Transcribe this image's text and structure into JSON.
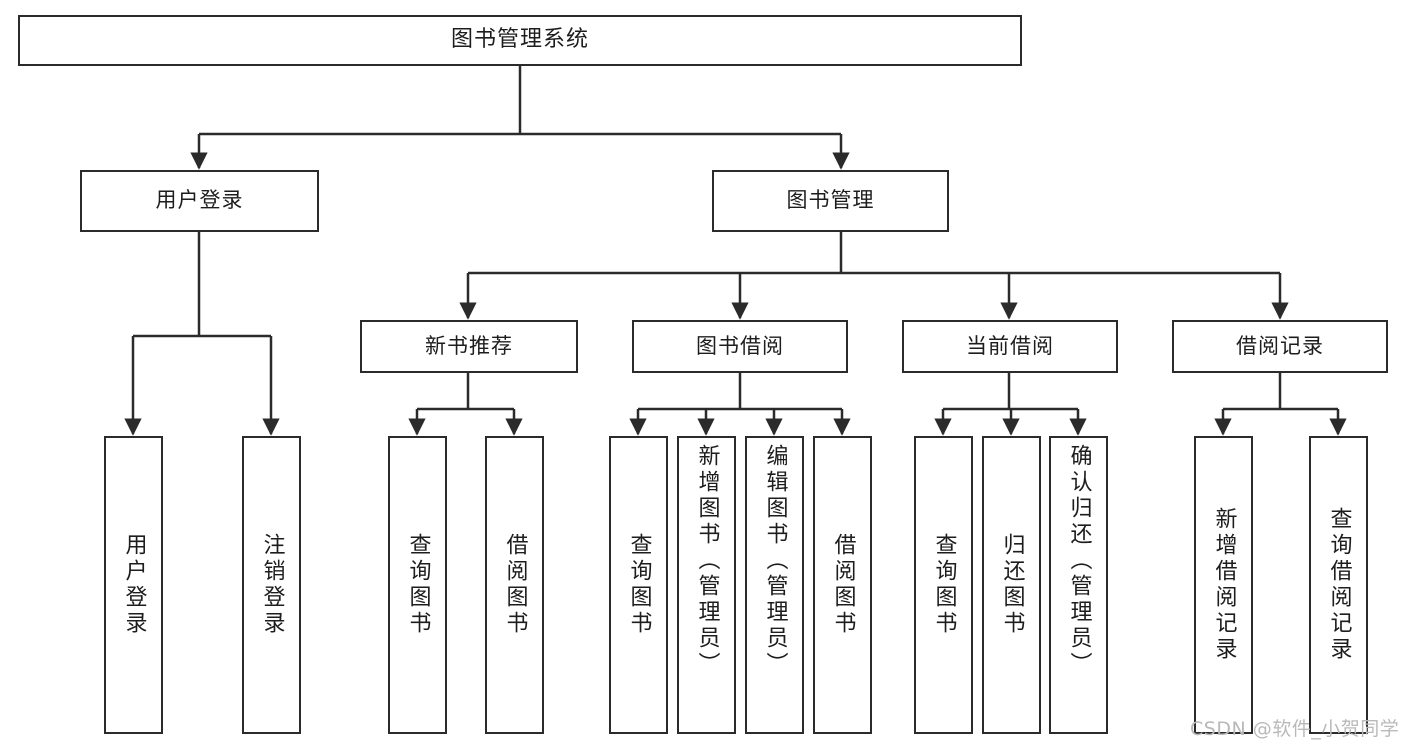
{
  "diagram": {
    "title": "图书管理系统",
    "type": "tree",
    "watermark": "CSDN @软件_小贺同学",
    "colors": {
      "background": "#ffffff",
      "box_border": "#2b2b2b",
      "box_fill": "#ffffff",
      "text": "#1d1d1d",
      "connector": "#2b2b2b",
      "watermark": "#b9b9b9"
    }
  },
  "nodes": {
    "root": {
      "label": "图书管理系统"
    },
    "level2": [
      {
        "id": "user-login",
        "label": "用户登录"
      },
      {
        "id": "book-manage",
        "label": "图书管理"
      }
    ],
    "level3": [
      {
        "id": "new-book-rec",
        "label": "新书推荐"
      },
      {
        "id": "book-borrow",
        "label": "图书借阅"
      },
      {
        "id": "current-borrow",
        "label": "当前借阅"
      },
      {
        "id": "borrow-record",
        "label": "借阅记录"
      }
    ],
    "leaves": {
      "user_login": [
        {
          "id": "leaf-user-login",
          "label": "用户登录"
        },
        {
          "id": "leaf-logout-login",
          "label": "注销登录"
        }
      ],
      "new_book_rec": [
        {
          "id": "leaf-query-book-1",
          "label": "查询图书"
        },
        {
          "id": "leaf-borrow-book-1",
          "label": "借阅图书"
        }
      ],
      "book_borrow": [
        {
          "id": "leaf-query-book-2",
          "label": "查询图书"
        },
        {
          "id": "leaf-add-book",
          "label": "新增图书（管理员）"
        },
        {
          "id": "leaf-edit-book",
          "label": "编辑图书（管理员）"
        },
        {
          "id": "leaf-borrow-book-2",
          "label": "借阅图书"
        }
      ],
      "current_borrow": [
        {
          "id": "leaf-query-book-3",
          "label": "查询图书"
        },
        {
          "id": "leaf-return-book",
          "label": "归还图书"
        },
        {
          "id": "leaf-confirm-return",
          "label": "确认归还（管理员）"
        }
      ],
      "borrow_record": [
        {
          "id": "leaf-add-record",
          "label": "新增借阅记录"
        },
        {
          "id": "leaf-query-record",
          "label": "查询借阅记录"
        }
      ]
    }
  }
}
